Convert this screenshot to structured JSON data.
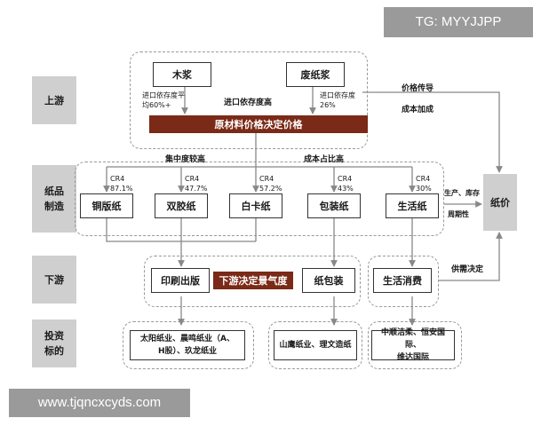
{
  "watermarks": {
    "top": "TG: MYYJJPP",
    "bottom": "www.tjqncxcyds.com"
  },
  "stages": {
    "upstream": "上游",
    "manufacturing": "纸品\n制造",
    "downstream": "下游",
    "targets": "投资\n标的"
  },
  "upstream": {
    "wood_pulp": "木浆",
    "waste_pulp": "废纸浆",
    "wood_note": "进口依存度平\n均60%+",
    "waste_note": "进口依存度\n26%",
    "import_high": "进口依存度高",
    "band": "原材料价格决定价格"
  },
  "manufacturing": {
    "concentration_high": "集中度较高",
    "cost_share_high": "成本占比高",
    "products": [
      {
        "name": "铜版纸",
        "cr_label": "CR4",
        "cr_value": "87.1%"
      },
      {
        "name": "双胶纸",
        "cr_label": "CR4",
        "cr_value": "47.7%"
      },
      {
        "name": "白卡纸",
        "cr_label": "CR4",
        "cr_value": "57.2%"
      },
      {
        "name": "包装纸",
        "cr_label": "CR4",
        "cr_value": "43%"
      },
      {
        "name": "生活纸",
        "cr_label": "CR4",
        "cr_value": "30%"
      }
    ]
  },
  "price": {
    "box": "纸价",
    "transmission": "价格传导",
    "cost_plus": "成本加成",
    "cycle_line1": "生产、库存",
    "cycle_line2": "周期性",
    "supply_demand": "供需决定"
  },
  "downstream": {
    "printing": "印刷出版",
    "band": "下游决定景气度",
    "packaging": "纸包装",
    "household": "生活消费"
  },
  "targets": {
    "group1": "太阳纸业、晨鸣纸业（A、\nH股）、玖龙纸业",
    "group2": "山鹰纸业、理文造纸",
    "group3": "中顺洁柔、恒安国际、\n维达国际"
  }
}
